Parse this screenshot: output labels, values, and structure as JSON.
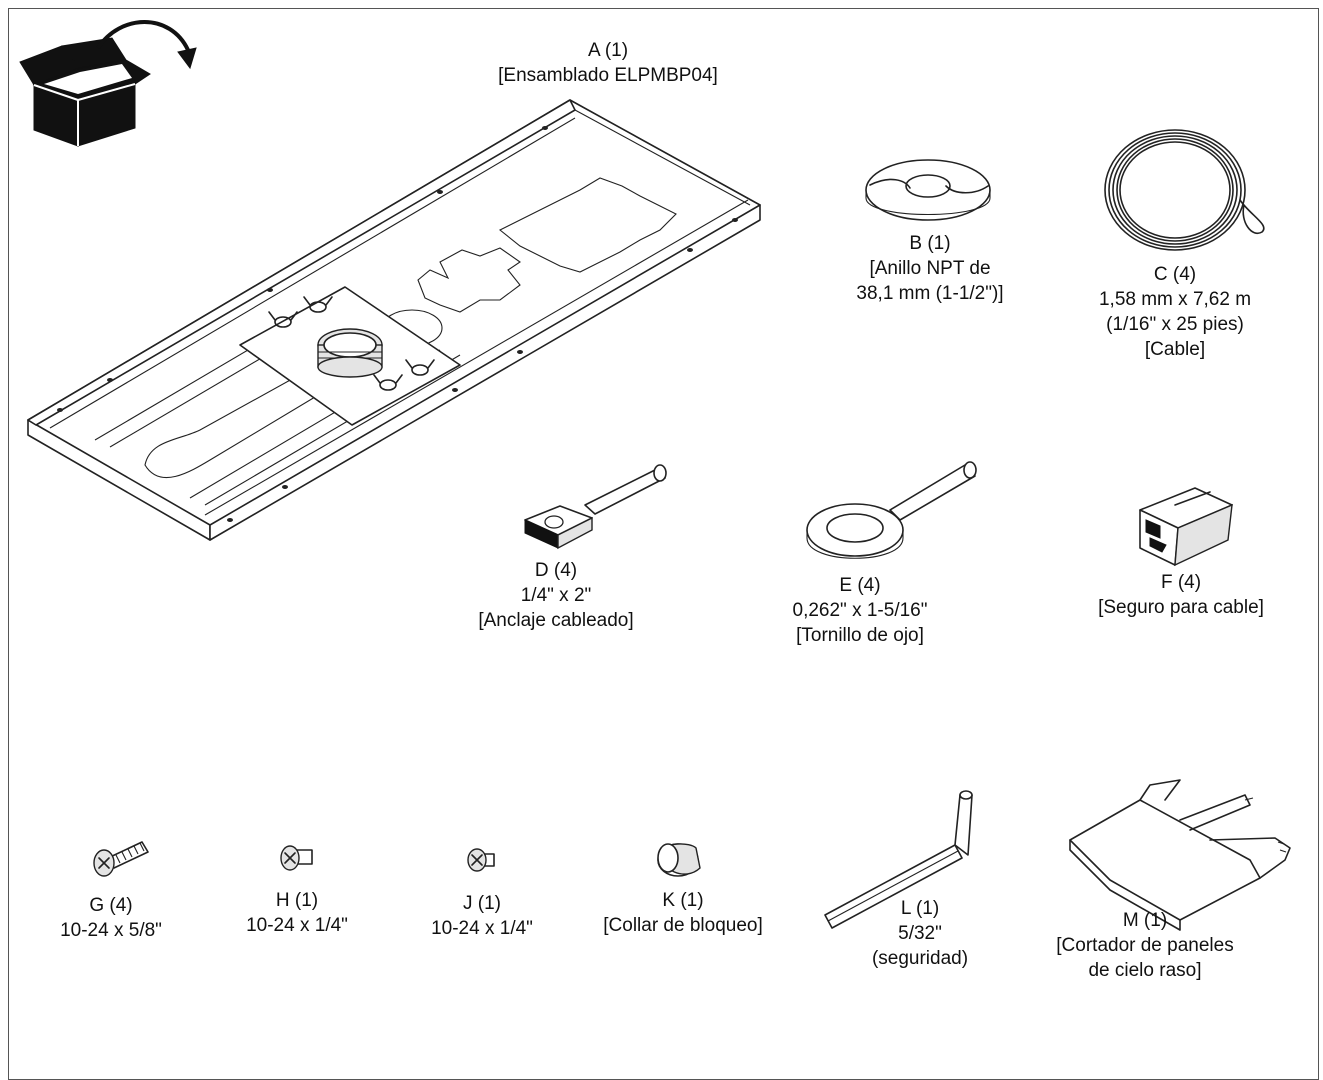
{
  "parts": {
    "A": {
      "name": "A (1)",
      "desc": "[Ensamblado ELPMBP04]"
    },
    "B": {
      "name": "B (1)",
      "line1": "[Anillo NPT de",
      "line2": "38,1 mm (1-1/2\")]"
    },
    "C": {
      "name": "C (4)",
      "line1": "1,58 mm x 7,62 m",
      "line2": "(1/16\" x 25 pies)",
      "line3": "[Cable]"
    },
    "D": {
      "name": "D (4)",
      "line1": "1/4\" x 2\"",
      "line2": "[Anclaje cableado]"
    },
    "E": {
      "name": "E (4)",
      "line1": "0,262\" x 1-5/16\"",
      "line2": "[Tornillo de ojo]"
    },
    "F": {
      "name": "F (4)",
      "line1": "[Seguro para cable]"
    },
    "G": {
      "name": "G (4)",
      "line1": "10-24 x 5/8\""
    },
    "H": {
      "name": "H (1)",
      "line1": "10-24 x 1/4\""
    },
    "J": {
      "name": "J (1)",
      "line1": "10-24 x 1/4\""
    },
    "K": {
      "name": "K (1)",
      "line1": "[Collar de bloqueo]"
    },
    "L": {
      "name": "L (1)",
      "line1": "5/32\"",
      "line2": "(seguridad)"
    },
    "M": {
      "name": "M (1)",
      "line1": "[Cortador de paneles",
      "line2": "de cielo raso]"
    }
  },
  "icons": [
    "open-box-icon",
    "curved-arrow-icon"
  ]
}
